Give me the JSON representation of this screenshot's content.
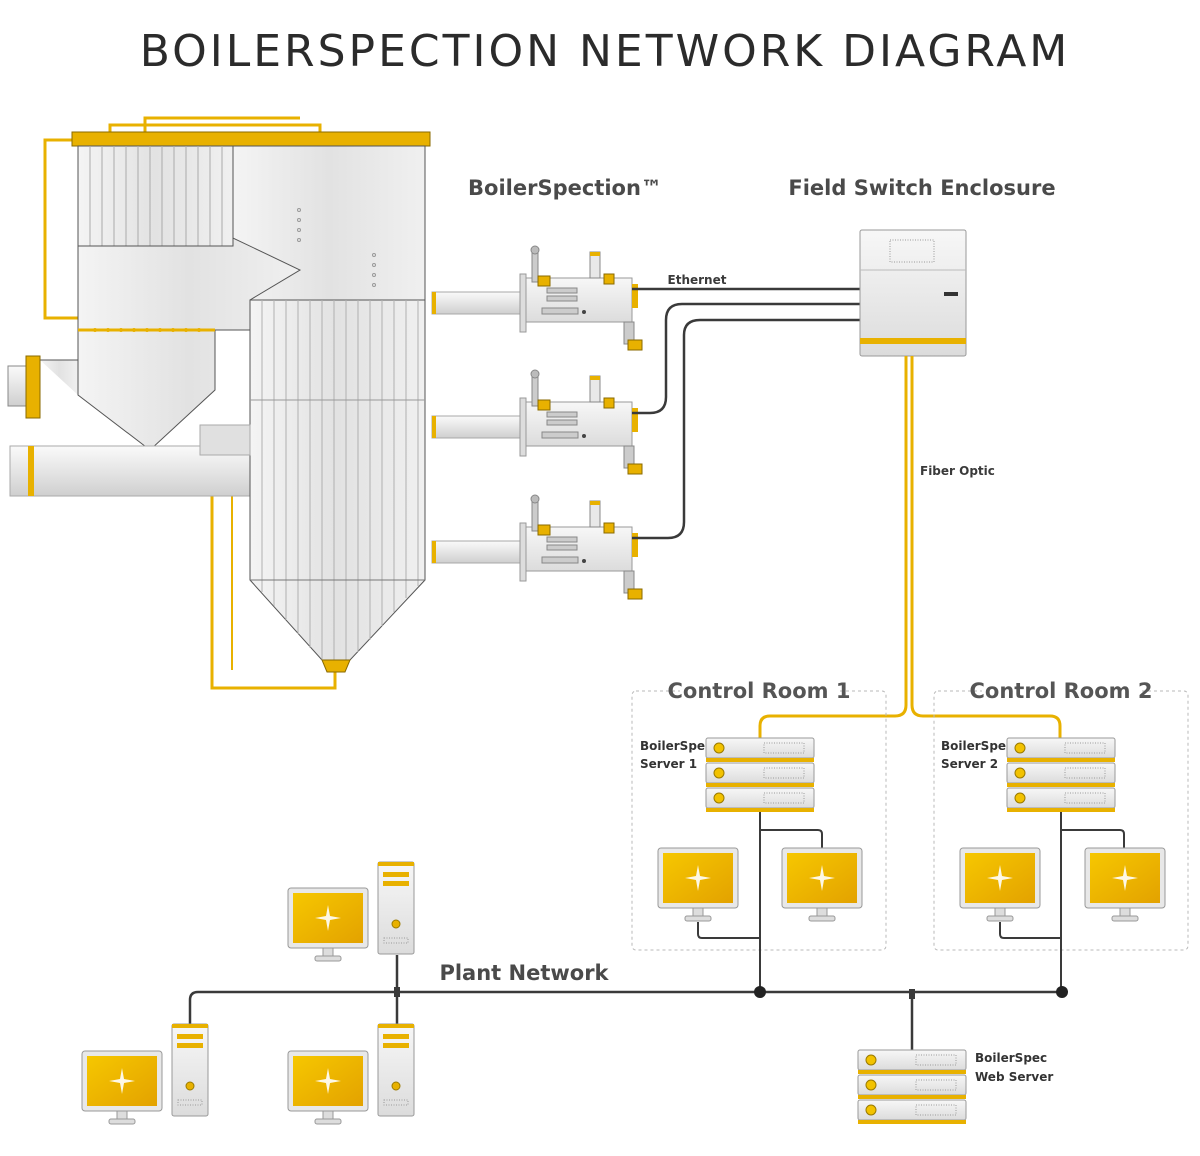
{
  "title": "BOILERSPECTION NETWORK DIAGRAM",
  "labels": {
    "probe_group": "BoilerSpection™",
    "field_switch": "Field Switch Enclosure",
    "ethernet": "Ethernet",
    "fiber_optic": "Fiber Optic",
    "plant_network": "Plant Network"
  },
  "control_rooms": [
    {
      "title": "Control Room 1",
      "server_line1": "BoilerSpec",
      "server_line2": "Server 1"
    },
    {
      "title": "Control Room 2",
      "server_line1": "BoilerSpec",
      "server_line2": "Server 2"
    }
  ],
  "web_server": {
    "line1": "BoilerSpec",
    "line2": "Web Server"
  },
  "colors": {
    "accent": "#e8b100",
    "accent_dark": "#c99600",
    "line": "#3a3a3a",
    "metal": "#e6e6e6",
    "metal_dark": "#bdbdbd",
    "dashed_border": "#b9b9b9"
  },
  "icons": {
    "boiler": "boiler-illustration",
    "probe": "inspection-probe-icon",
    "switch": "field-switch-enclosure-icon",
    "server": "rack-server-icon",
    "monitor": "monitor-icon",
    "tower": "desktop-tower-icon"
  }
}
